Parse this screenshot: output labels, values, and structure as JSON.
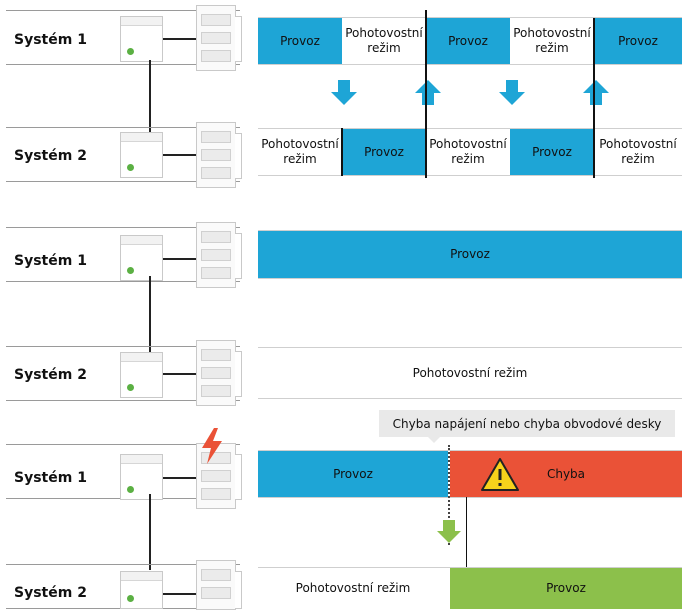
{
  "labels": {
    "system1": "Systém 1",
    "system2": "Systém 2"
  },
  "states": {
    "run": "Provoz",
    "standby": "Pohotovostní režim",
    "standby_line1": "Pohotovostní",
    "standby_line2": "režim",
    "fault": "Chyba"
  },
  "callout": "Chyba napájení nebo chyba obvodové desky",
  "colors": {
    "run": "#1ea5d6",
    "fault": "#ea5237",
    "takeover": "#8cc04b",
    "lightning": "#ea5237",
    "warning": "#f7d21b"
  },
  "sections": [
    {
      "name": "rotation",
      "system1": [
        "Provoz",
        "Pohotovostní režim",
        "Provoz",
        "Pohotovostní režim",
        "Provoz"
      ],
      "system2": [
        "Pohotovostní režim",
        "Provoz",
        "Pohotovostní režim",
        "Provoz",
        "Pohotovostní režim"
      ]
    },
    {
      "name": "steady",
      "system1": [
        "Provoz"
      ],
      "system2": [
        "Pohotovostní režim"
      ]
    },
    {
      "name": "failover",
      "system1": [
        "Provoz",
        "Chyba"
      ],
      "system2": [
        "Pohotovostní režim",
        "Provoz"
      ]
    }
  ]
}
